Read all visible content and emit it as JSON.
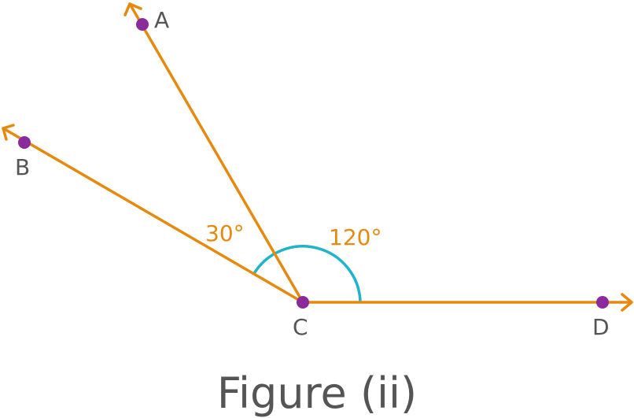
{
  "points": {
    "A": {
      "label": "A"
    },
    "B": {
      "label": "B"
    },
    "C": {
      "label": "C"
    },
    "D": {
      "label": "D"
    }
  },
  "angles": [
    {
      "between": [
        "CB",
        "CA"
      ],
      "label": "30°"
    },
    {
      "between": [
        "CA",
        "CD"
      ],
      "label": "120°"
    }
  ],
  "caption": "Figure (ii)",
  "colors": {
    "ray": "#e58a0e",
    "arc": "#1fb3cc",
    "point": "#8a2a9b",
    "text": "#555555"
  }
}
